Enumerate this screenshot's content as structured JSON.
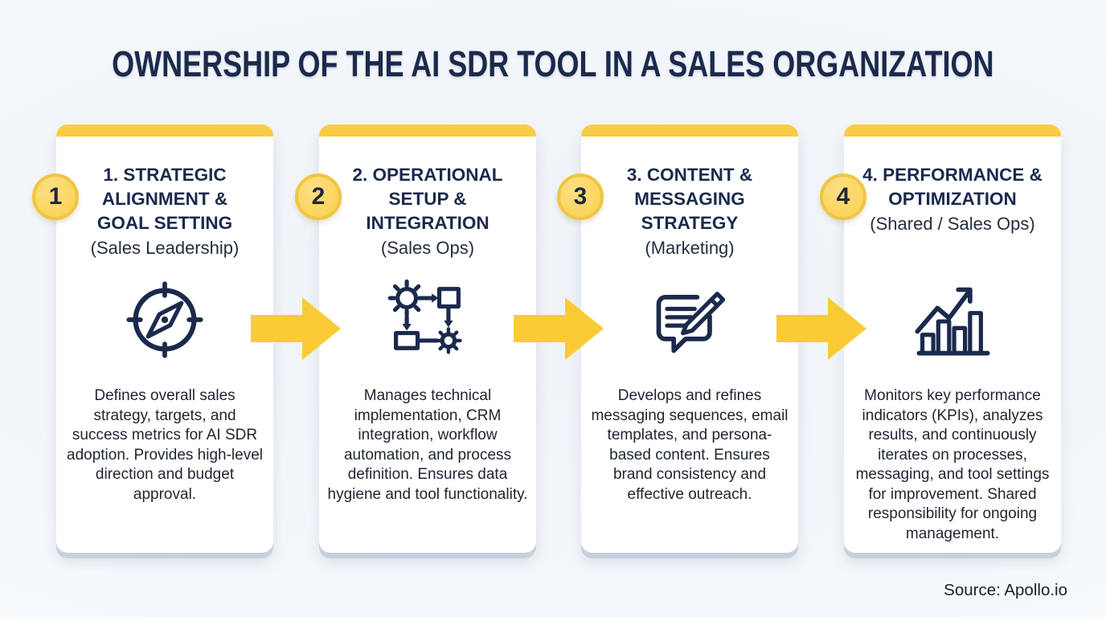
{
  "title": "OWNERSHIP OF THE AI SDR TOOL IN A SALES ORGANIZATION",
  "source": "Source: Apollo.io",
  "theme": {
    "accent_yellow": "#F9CC43",
    "arrow_yellow": "#FACB35",
    "badge_fill": "#FBD765",
    "badge_border": "#F0C545",
    "heading_navy": "#1B2A4C",
    "body_text": "#1F2530",
    "card_bg": "#FFFFFF",
    "page_bg": "#F3F7FA"
  },
  "cards": [
    {
      "number": "1",
      "title_lines": [
        "1. STRATEGIC",
        "ALIGNMENT &",
        "GOAL SETTING"
      ],
      "subtitle": "(Sales Leadership)",
      "icon": "compass-icon",
      "description": "Defines overall sales strategy, targets, and success metrics for AI SDR adoption. Provides high-level direction and budget approval."
    },
    {
      "number": "2",
      "title_lines": [
        "2. OPERATIONAL",
        "SETUP &",
        "INTEGRATION"
      ],
      "subtitle": "(Sales Ops)",
      "icon": "workflow-gears-icon",
      "description": "Manages technical implementation, CRM integration, workflow automation, and process definition. Ensures data hygiene and tool functionality."
    },
    {
      "number": "3",
      "title_lines": [
        "3. CONTENT &",
        "MESSAGING",
        "STRATEGY"
      ],
      "subtitle": "(Marketing)",
      "icon": "message-pencil-icon",
      "description": "Develops and refines messaging sequences, email templates, and persona-based content. Ensures brand consistency and effective outreach."
    },
    {
      "number": "4",
      "title_lines": [
        "4. PERFORMANCE &",
        "OPTIMIZATION"
      ],
      "subtitle": "(Shared / Sales Ops)",
      "icon": "growth-chart-icon",
      "description": "Monitors key performance indicators (KPIs), analyzes results, and continuously iterates on processes, messaging, and tool settings for improvement. Shared responsibility for ongoing management."
    }
  ]
}
